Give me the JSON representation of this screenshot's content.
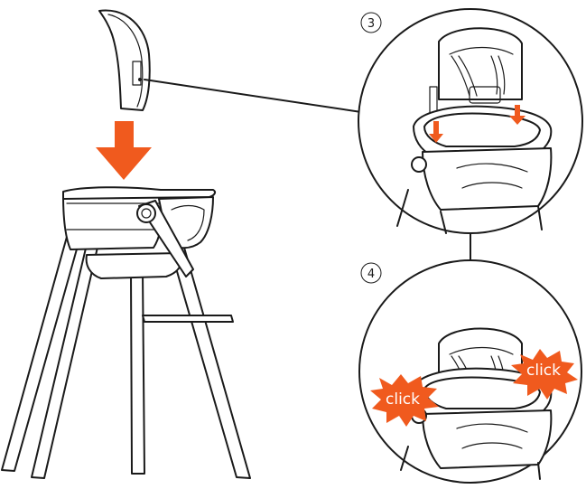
{
  "steps": [
    {
      "number": "3"
    },
    {
      "number": "4"
    }
  ],
  "click_labels": [
    "click",
    "click"
  ],
  "colors": {
    "accent": "#f05a1e",
    "line": "#1a1a1a",
    "background": "#ffffff"
  },
  "icons": [
    "down-arrow-icon",
    "press-arrow-icon",
    "click-burst-icon"
  ]
}
